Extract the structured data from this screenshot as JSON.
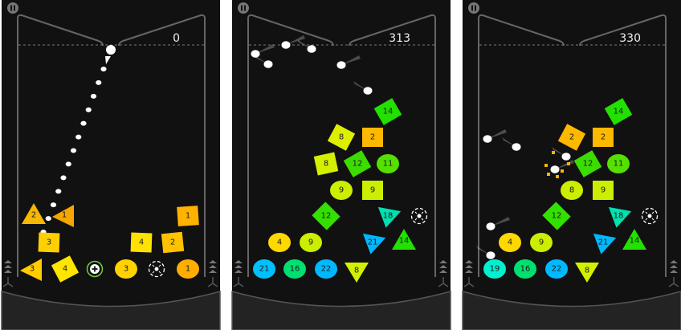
{
  "panels": [
    {
      "score": "0",
      "shapes": [
        {
          "kind": "triangle-up",
          "label": "2",
          "color": "#f7b800"
        },
        {
          "kind": "triangle-left",
          "label": "1",
          "color": "#f5a600"
        },
        {
          "kind": "square",
          "label": "1",
          "color": "#ffb300"
        },
        {
          "kind": "square",
          "label": "3",
          "color": "#ffd000"
        },
        {
          "kind": "square",
          "label": "4",
          "color": "#ffe200"
        },
        {
          "kind": "square",
          "label": "2",
          "color": "#ffc200"
        },
        {
          "kind": "triangle-left",
          "label": "3",
          "color": "#ffcc00"
        },
        {
          "kind": "square",
          "label": "4",
          "color": "#ffe600"
        },
        {
          "kind": "plus-ring",
          "label": "",
          "color": "#6fd13a"
        },
        {
          "kind": "circle",
          "label": "3",
          "color": "#ffd200"
        },
        {
          "kind": "target",
          "label": "",
          "color": "#ffffff"
        },
        {
          "kind": "circle",
          "label": "1",
          "color": "#ffae00"
        }
      ]
    },
    {
      "score": "313",
      "shapes": [
        {
          "kind": "diamond",
          "label": "14",
          "color": "#22e000"
        },
        {
          "kind": "diamond",
          "label": "8",
          "color": "#ddf000"
        },
        {
          "kind": "square",
          "label": "2",
          "color": "#ffb800"
        },
        {
          "kind": "square",
          "label": "8",
          "color": "#d4f000"
        },
        {
          "kind": "diamond",
          "label": "12",
          "color": "#3ddc00"
        },
        {
          "kind": "circle",
          "label": "11",
          "color": "#55e000"
        },
        {
          "kind": "circle",
          "label": "9",
          "color": "#ccee00"
        },
        {
          "kind": "square",
          "label": "9",
          "color": "#ccee00"
        },
        {
          "kind": "diamond",
          "label": "12",
          "color": "#33e000"
        },
        {
          "kind": "triangle-right",
          "label": "18",
          "color": "#00e0b0"
        },
        {
          "kind": "target",
          "label": "",
          "color": "#ffffff"
        },
        {
          "kind": "circle",
          "label": "4",
          "color": "#ffd800"
        },
        {
          "kind": "circle",
          "label": "9",
          "color": "#ccee00"
        },
        {
          "kind": "triangle-right",
          "label": "21",
          "color": "#00b8ff"
        },
        {
          "kind": "triangle-up",
          "label": "14",
          "color": "#22e000"
        },
        {
          "kind": "circle",
          "label": "21",
          "color": "#00c0ff"
        },
        {
          "kind": "circle",
          "label": "16",
          "color": "#00e070"
        },
        {
          "kind": "circle",
          "label": "22",
          "color": "#00b8ff"
        },
        {
          "kind": "triangle-down",
          "label": "8",
          "color": "#d4f000"
        }
      ]
    },
    {
      "score": "330",
      "shapes": [
        {
          "kind": "diamond",
          "label": "14",
          "color": "#22e000"
        },
        {
          "kind": "diamond",
          "label": "2",
          "color": "#ffb800"
        },
        {
          "kind": "square",
          "label": "2",
          "color": "#ffb800"
        },
        {
          "kind": "diamond",
          "label": "12",
          "color": "#3ddc00"
        },
        {
          "kind": "circle",
          "label": "11",
          "color": "#55e000"
        },
        {
          "kind": "circle",
          "label": "8",
          "color": "#ccee00"
        },
        {
          "kind": "square",
          "label": "9",
          "color": "#ccee00"
        },
        {
          "kind": "diamond",
          "label": "12",
          "color": "#33e000"
        },
        {
          "kind": "triangle-right",
          "label": "18",
          "color": "#00e0b0"
        },
        {
          "kind": "target",
          "label": "",
          "color": "#ffffff"
        },
        {
          "kind": "circle",
          "label": "4",
          "color": "#ffd800"
        },
        {
          "kind": "circle",
          "label": "9",
          "color": "#ccee00"
        },
        {
          "kind": "triangle-right",
          "label": "21",
          "color": "#00b8ff"
        },
        {
          "kind": "triangle-up",
          "label": "14",
          "color": "#22e000"
        },
        {
          "kind": "circle",
          "label": "19",
          "color": "#00f0d0"
        },
        {
          "kind": "circle",
          "label": "16",
          "color": "#00e070"
        },
        {
          "kind": "circle",
          "label": "22",
          "color": "#00b8ff"
        },
        {
          "kind": "triangle-down",
          "label": "8",
          "color": "#d4f000"
        }
      ]
    }
  ]
}
